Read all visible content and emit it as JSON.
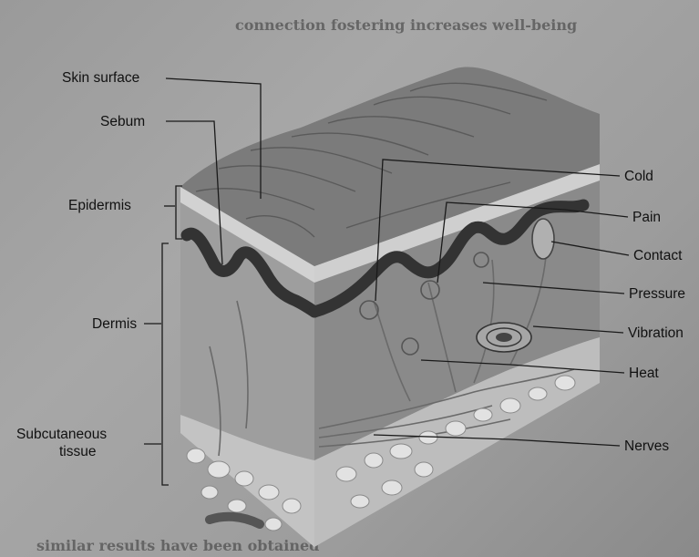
{
  "header_fragments": {
    "top": "connection fostering increases well-being",
    "bottom": "similar results have been obtained"
  },
  "labels": {
    "skin_surface": "Skin surface",
    "sebum": "Sebum",
    "epidermis": "Epidermis",
    "dermis": "Dermis",
    "subcutaneous_line1": "Subcutaneous",
    "subcutaneous_line2": "tissue",
    "cold": "Cold",
    "pain": "Pain",
    "contact": "Contact",
    "pressure": "Pressure",
    "vibration": "Vibration",
    "heat": "Heat",
    "nerves": "Nerves"
  },
  "colors": {
    "surface": "#7a7a7a",
    "epidermis": "#c9c9c9",
    "dermis_side": "#8d8d8d",
    "dermis_front": "#9a9a9a",
    "sebum": "#3b3b3b",
    "fat": "#d8d8d8"
  }
}
